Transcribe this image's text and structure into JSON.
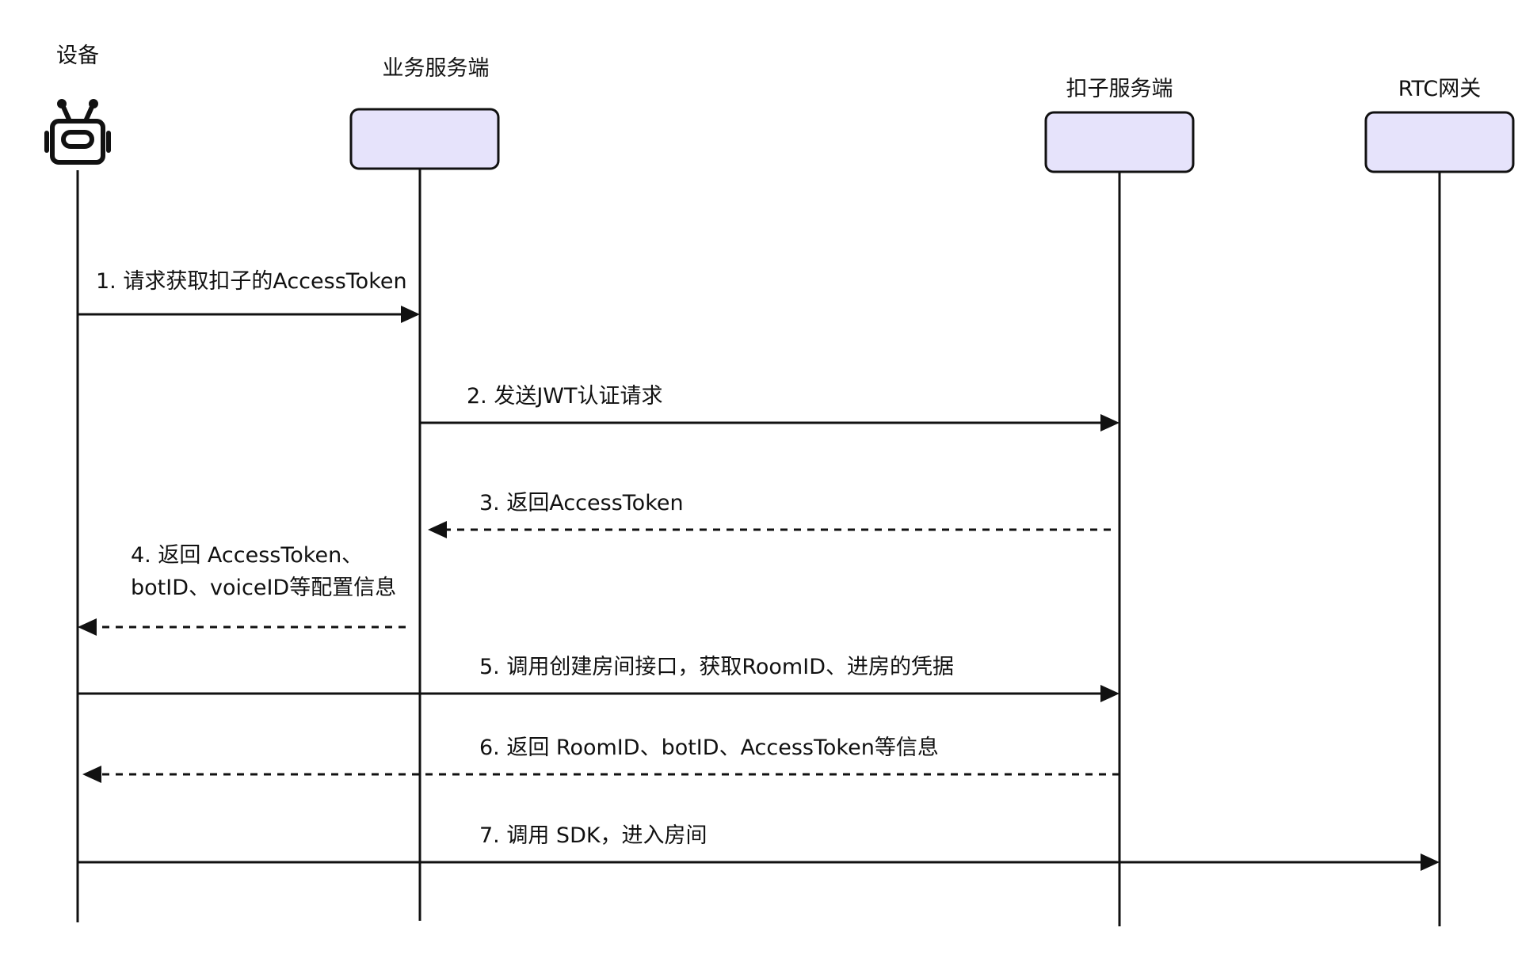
{
  "participants": [
    {
      "id": "device",
      "label": "设备",
      "icon": "robot-icon"
    },
    {
      "id": "business-server",
      "label": "业务服务端"
    },
    {
      "id": "coze-server",
      "label": "扣子服务端"
    },
    {
      "id": "rtc-gateway",
      "label": "RTC网关"
    }
  ],
  "messages": [
    {
      "label_lines": [
        "1. 请求获取扣子的AccessToken"
      ],
      "from": "device",
      "to": "business-server",
      "style": "solid"
    },
    {
      "label_lines": [
        "2. 发送JWT认证请求"
      ],
      "from": "business-server",
      "to": "coze-server",
      "style": "solid"
    },
    {
      "label_lines": [
        "3. 返回AccessToken"
      ],
      "from": "coze-server",
      "to": "business-server",
      "style": "dashed"
    },
    {
      "label_lines": [
        "4. 返回 AccessToken、",
        "botID、voiceID等配置信息"
      ],
      "from": "business-server",
      "to": "device",
      "style": "dashed"
    },
    {
      "label_lines": [
        "5. 调用创建房间接口，获取RoomID、进房的凭据"
      ],
      "from": "device",
      "to": "coze-server",
      "style": "solid"
    },
    {
      "label_lines": [
        "6. 返回 RoomID、botID、AccessToken等信息"
      ],
      "from": "coze-server",
      "to": "device",
      "style": "dashed"
    },
    {
      "label_lines": [
        "7. 调用 SDK，进入房间"
      ],
      "from": "device",
      "to": "rtc-gateway",
      "style": "solid"
    }
  ],
  "colors": {
    "participant_box_fill": "#e6e3fb",
    "stroke": "#111111",
    "background": "#ffffff"
  }
}
